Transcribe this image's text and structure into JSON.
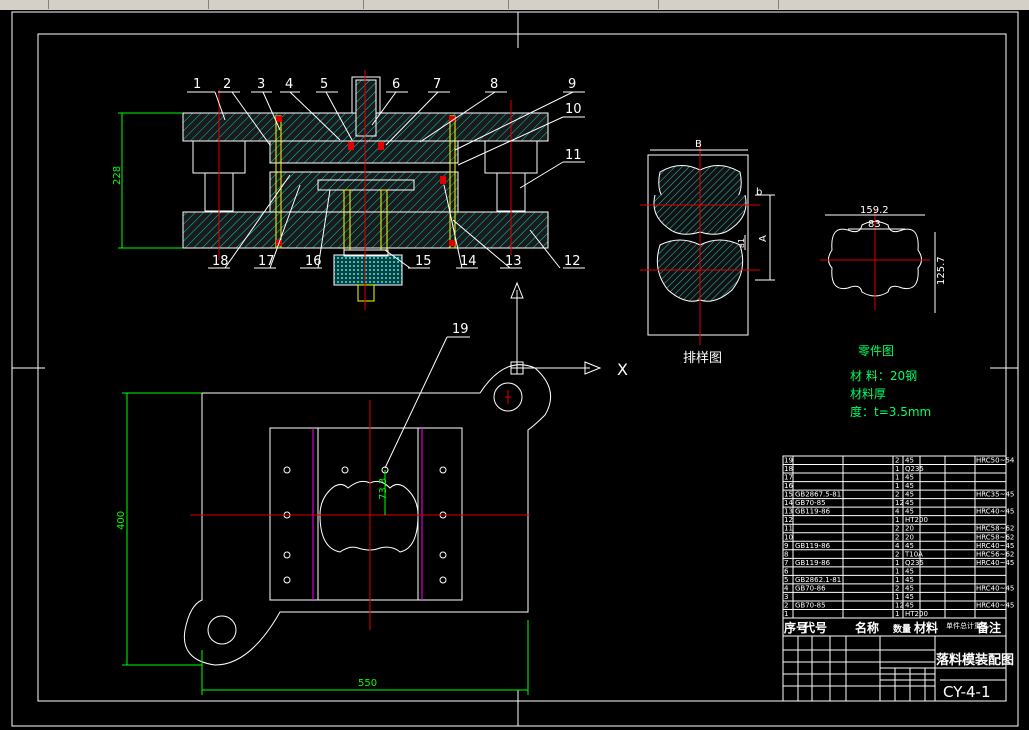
{
  "part_numbers": [
    "1",
    "2",
    "3",
    "4",
    "5",
    "6",
    "7",
    "8",
    "9",
    "10",
    "11",
    "12",
    "13",
    "14",
    "15",
    "16",
    "17",
    "18",
    "19"
  ],
  "dims": {
    "height_228": "228",
    "width_550": "550",
    "height_400": "400",
    "strip_b_top": "B",
    "strip_b_side": "b",
    "strip_a": "A",
    "strip_a1": "a1",
    "part_w": "159.2",
    "part_w2": "83",
    "part_h": "125.7",
    "pos_19": "73.3"
  },
  "axis": {
    "x": "X"
  },
  "strip_title": "排样图",
  "part_title": "零件图",
  "material": {
    "line1": "材      料：20钢",
    "line2": "材料厚",
    "line3": "度：t=3.5mm"
  },
  "bom": {
    "rows": [
      {
        "no": "19",
        "code": "",
        "qty": "2",
        "mat": "45",
        "note": "HRC50~54"
      },
      {
        "no": "18",
        "code": "",
        "qty": "1",
        "mat": "Q235",
        "note": ""
      },
      {
        "no": "17",
        "code": "",
        "qty": "1",
        "mat": "45",
        "note": ""
      },
      {
        "no": "16",
        "code": "",
        "qty": "1",
        "mat": "45",
        "note": ""
      },
      {
        "no": "15",
        "code": "GB2867.5-81",
        "qty": "2",
        "mat": "45",
        "note": "HRC35~45"
      },
      {
        "no": "14",
        "code": "GB70-85",
        "qty": "12",
        "mat": "45",
        "note": ""
      },
      {
        "no": "13",
        "code": "GB119-86",
        "qty": "4",
        "mat": "45",
        "note": "HRC40~45"
      },
      {
        "no": "12",
        "code": "",
        "qty": "1",
        "mat": "HT200",
        "note": ""
      },
      {
        "no": "11",
        "code": "",
        "qty": "2",
        "mat": "20",
        "note": "HRC58~62"
      },
      {
        "no": "10",
        "code": "",
        "qty": "2",
        "mat": "20",
        "note": "HRC58~62"
      },
      {
        "no": "9",
        "code": "GB119-86",
        "qty": "4",
        "mat": "45",
        "note": "HRC40~45"
      },
      {
        "no": "8",
        "code": "",
        "qty": "2",
        "mat": "T10A",
        "note": "HRC56~62"
      },
      {
        "no": "7",
        "code": "GB119-86",
        "qty": "1",
        "mat": "Q235",
        "note": "HRC40~45"
      },
      {
        "no": "6",
        "code": "",
        "qty": "1",
        "mat": "45",
        "note": ""
      },
      {
        "no": "5",
        "code": "GB2862.1-81",
        "qty": "1",
        "mat": "45",
        "note": ""
      },
      {
        "no": "4",
        "code": "GB70-86",
        "qty": "2",
        "mat": "45",
        "note": "HRC40~45"
      },
      {
        "no": "3",
        "code": "",
        "qty": "1",
        "mat": "45",
        "note": ""
      },
      {
        "no": "2",
        "code": "GB70-85",
        "qty": "12",
        "mat": "45",
        "note": "HRC40~45"
      },
      {
        "no": "1",
        "code": "",
        "qty": "1",
        "mat": "HT200",
        "note": ""
      }
    ],
    "header": {
      "no": "序号",
      "code": "代号",
      "name": "名称",
      "qty": "数量",
      "mat": "材料",
      "weight": "单件总计重量",
      "note": "备注"
    },
    "title": "落料模装配图",
    "drawing_no": "CY-4-1"
  }
}
